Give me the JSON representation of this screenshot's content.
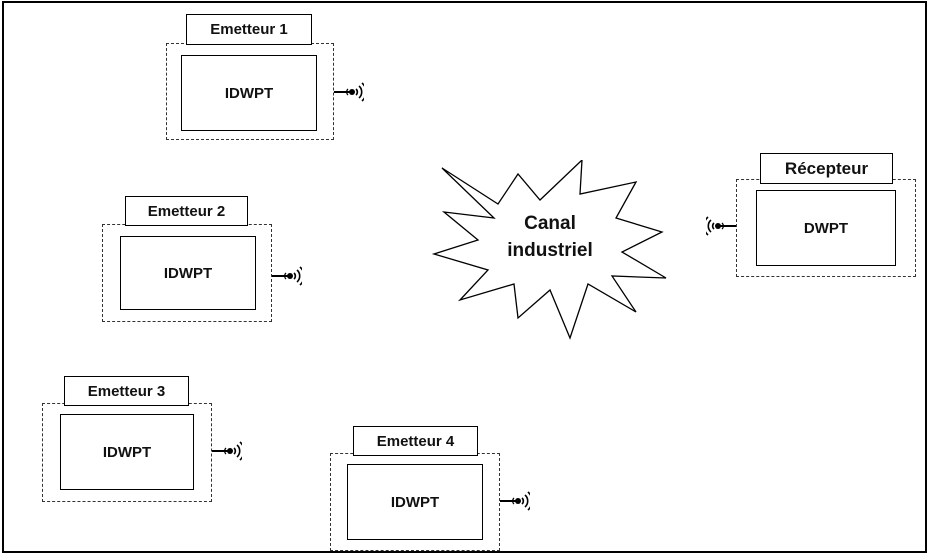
{
  "diagram": {
    "emitters": [
      {
        "title": "Emetteur 1",
        "body": "IDWPT"
      },
      {
        "title": "Emetteur 2",
        "body": "IDWPT"
      },
      {
        "title": "Emetteur 3",
        "body": "IDWPT"
      },
      {
        "title": "Emetteur 4",
        "body": "IDWPT"
      }
    ],
    "receiver": {
      "title": "Récepteur",
      "body": "DWPT"
    },
    "channel": {
      "line1": "Canal",
      "line2": "industriel"
    }
  }
}
